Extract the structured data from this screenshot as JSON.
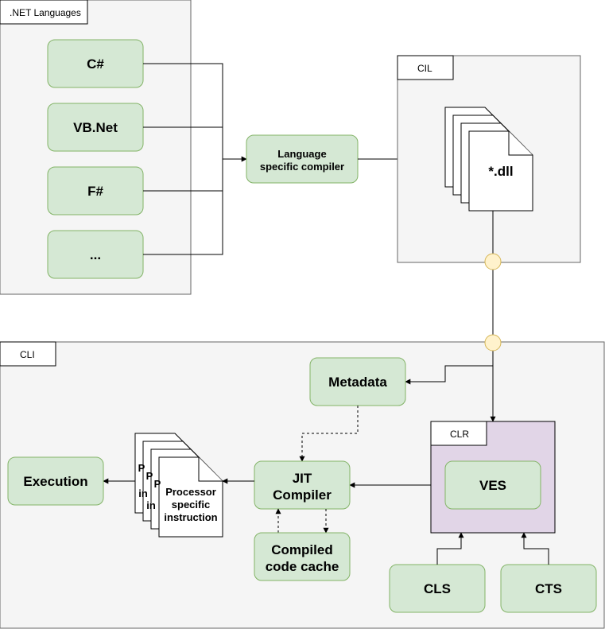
{
  "containers": {
    "net_languages": "NET Languages",
    "cil": "CIL",
    "cli": "CLI",
    "clr": "CLR"
  },
  "languages": [
    "C#",
    "VB.Net",
    "F#",
    "..."
  ],
  "compiler": {
    "line1": "Language",
    "line2": "specific compiler"
  },
  "dll": "*.dll",
  "metadata": "Metadata",
  "jit": {
    "line1": "JIT",
    "line2": "Compiler"
  },
  "cache": {
    "line1": "Compiled",
    "line2": "code cache"
  },
  "ves": "VES",
  "cls": "CLS",
  "cts": "CTS",
  "execution": "Execution",
  "processor": {
    "peek": [
      "P",
      "P",
      "P"
    ],
    "peek2": [
      "in",
      "in"
    ],
    "line1": "Processor",
    "line2": "specific",
    "line3": "instruction"
  },
  "colors": {
    "node_fill": "#d5e8d4",
    "node_stroke": "#82b366",
    "container_fill": "#f5f5f5",
    "clr_fill": "#e1d5e7",
    "connector_fill": "#fff2cc"
  }
}
